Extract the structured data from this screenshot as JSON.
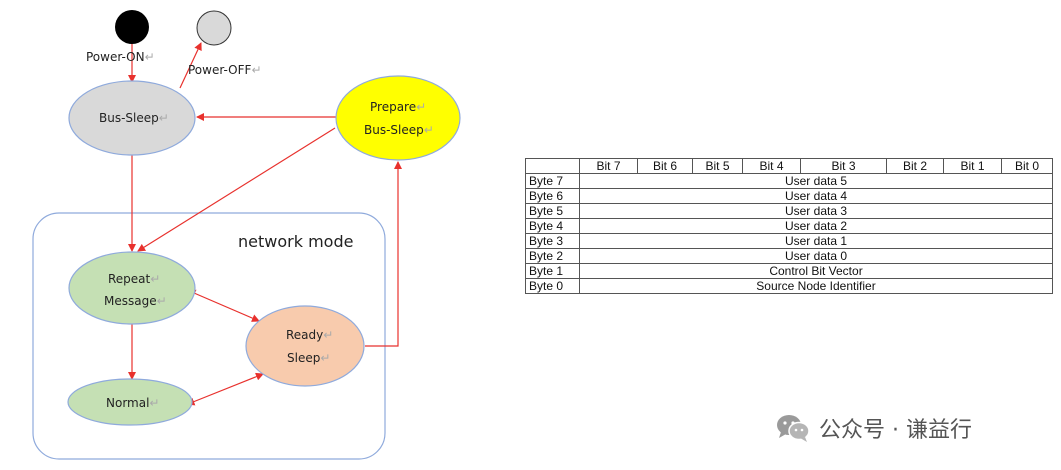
{
  "colors": {
    "arrow": "#e8312d",
    "bus_sleep": "#d9d9d9",
    "prepare_bus_sleep": "#ffff00",
    "repeat_message": "#c5e0b4",
    "normal": "#c5e0b4",
    "ready_sleep": "#f8cbad",
    "power_on": "#000000",
    "power_off": "#d9d9d9",
    "node_stroke": "#8faadc",
    "mode_box_stroke": "#8faadc"
  },
  "diagram": {
    "power_on_label": "Power-ON",
    "power_off_label": "Power-OFF",
    "network_mode_label": "network mode",
    "states": {
      "bus_sleep": "Bus-Sleep",
      "prepare_line1": "Prepare",
      "prepare_line2": "Bus-Sleep",
      "repeat_line1": "Repeat",
      "repeat_line2": "Message",
      "ready_line1": "Ready",
      "ready_line2": "Sleep",
      "normal": "Normal"
    },
    "paragraph_mark": "↵"
  },
  "table": {
    "headers": [
      "",
      "Bit 7",
      "Bit 6",
      "Bit 5",
      "Bit 4",
      "Bit 3",
      "Bit 2",
      "Bit 1",
      "Bit 0"
    ],
    "rows": [
      {
        "byte": "Byte 7",
        "content": "User data 5"
      },
      {
        "byte": "Byte 6",
        "content": "User data 4"
      },
      {
        "byte": "Byte 5",
        "content": "User data 3"
      },
      {
        "byte": "Byte 4",
        "content": "User data 2"
      },
      {
        "byte": "Byte 3",
        "content": "User data 1"
      },
      {
        "byte": "Byte 2",
        "content": "User data 0"
      },
      {
        "byte": "Byte 1",
        "content": "Control Bit Vector"
      },
      {
        "byte": "Byte 0",
        "content": "Source Node Identifier"
      }
    ]
  },
  "watermark": {
    "text": "公众号 · 谦益行",
    "icon": "wechat-icon"
  }
}
